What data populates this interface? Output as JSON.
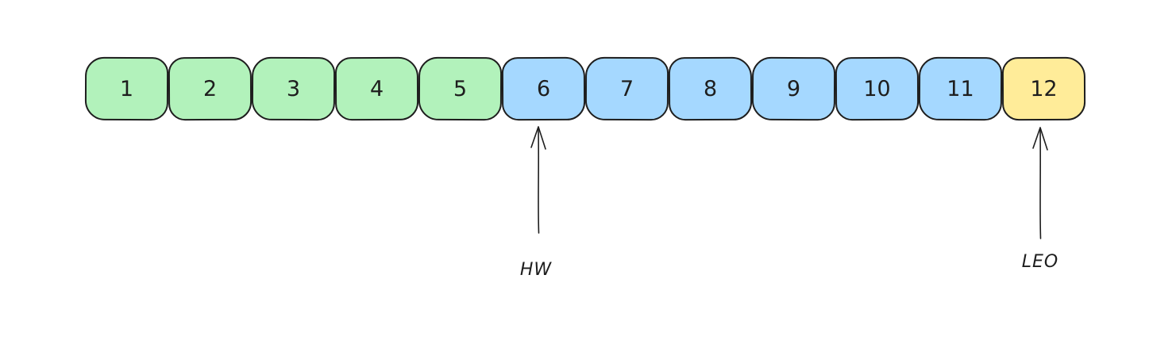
{
  "diagram": {
    "boxes": [
      {
        "label": "1",
        "color": "green"
      },
      {
        "label": "2",
        "color": "green"
      },
      {
        "label": "3",
        "color": "green"
      },
      {
        "label": "4",
        "color": "green"
      },
      {
        "label": "5",
        "color": "green"
      },
      {
        "label": "6",
        "color": "blue"
      },
      {
        "label": "7",
        "color": "blue"
      },
      {
        "label": "8",
        "color": "blue"
      },
      {
        "label": "9",
        "color": "blue"
      },
      {
        "label": "10",
        "color": "blue"
      },
      {
        "label": "11",
        "color": "blue"
      },
      {
        "label": "12",
        "color": "yellow"
      }
    ],
    "colors": {
      "green": "#b2f2bb",
      "blue": "#a5d8ff",
      "yellow": "#ffec99",
      "stroke": "#1e1e1e"
    },
    "annotations": [
      {
        "label": "HW",
        "points_to_box": "6"
      },
      {
        "label": "LEO",
        "points_to_box": "12"
      }
    ]
  }
}
